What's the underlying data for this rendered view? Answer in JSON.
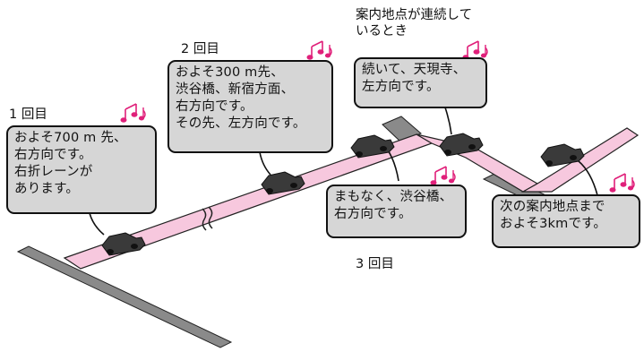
{
  "labels": {
    "first": "1 回目",
    "second": "2 回目",
    "third": "3 回目",
    "consecutive": [
      "案内地点が連続して",
      "いるとき"
    ]
  },
  "bubbles": {
    "first": [
      "およそ700 m 先、",
      "右方向です。",
      "右折レーンが",
      "あります。"
    ],
    "second": [
      "およそ300 m先、",
      "渋谷橋、新宿方面、",
      "右方向です。",
      "その先、左方向です。"
    ],
    "third": [
      "まもなく、渋谷橋、",
      "右方向です。"
    ],
    "consecutive": [
      "続いて、天現寺、",
      "左方向です。"
    ],
    "next": [
      "次の案内地点まで",
      "およそ3kmです。"
    ]
  },
  "icons": [
    "music-note-icon",
    "car-icon",
    "road-break-icon"
  ],
  "colors": {
    "route": "#f7c8de",
    "road": "#8a8a8a",
    "car": "#3a3a3a",
    "bubble_fill": "#d6d6d6",
    "note": "#e0207a"
  }
}
